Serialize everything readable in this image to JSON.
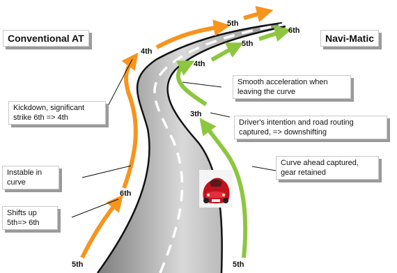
{
  "titles": {
    "conventional": "Conventional AT",
    "navimatic": "Navi-Matic"
  },
  "notes": {
    "kickdown": "Kickdown, significant strike 6th => 4th",
    "instable": "Instable in curve",
    "shifts_up": "Shifts up 5th=> 6th",
    "smooth": "Smooth acceleration when leaving the curve",
    "driver_intention": "Driver's intention and road routing captured, => downshifting",
    "curve_ahead": "Curve ahead captured, gear retained"
  },
  "gears": {
    "conv_5th_bottom": "5th",
    "conv_6th": "6th",
    "conv_4th": "4th",
    "conv_5th_top": "5th",
    "navi_5th_bottom": "5th",
    "navi_3th": "3th",
    "navi_4th": "4th",
    "navi_5th_top": "5th",
    "navi_6th": "6th"
  },
  "colors": {
    "conventional_arrow": "#f7941d",
    "navimatic_arrow": "#8dc63f",
    "road": "#a6a6a6",
    "road_edge": "#111111",
    "lane_marking": "#ffffff"
  },
  "icons": {
    "car": "red-sports-car-icon"
  }
}
